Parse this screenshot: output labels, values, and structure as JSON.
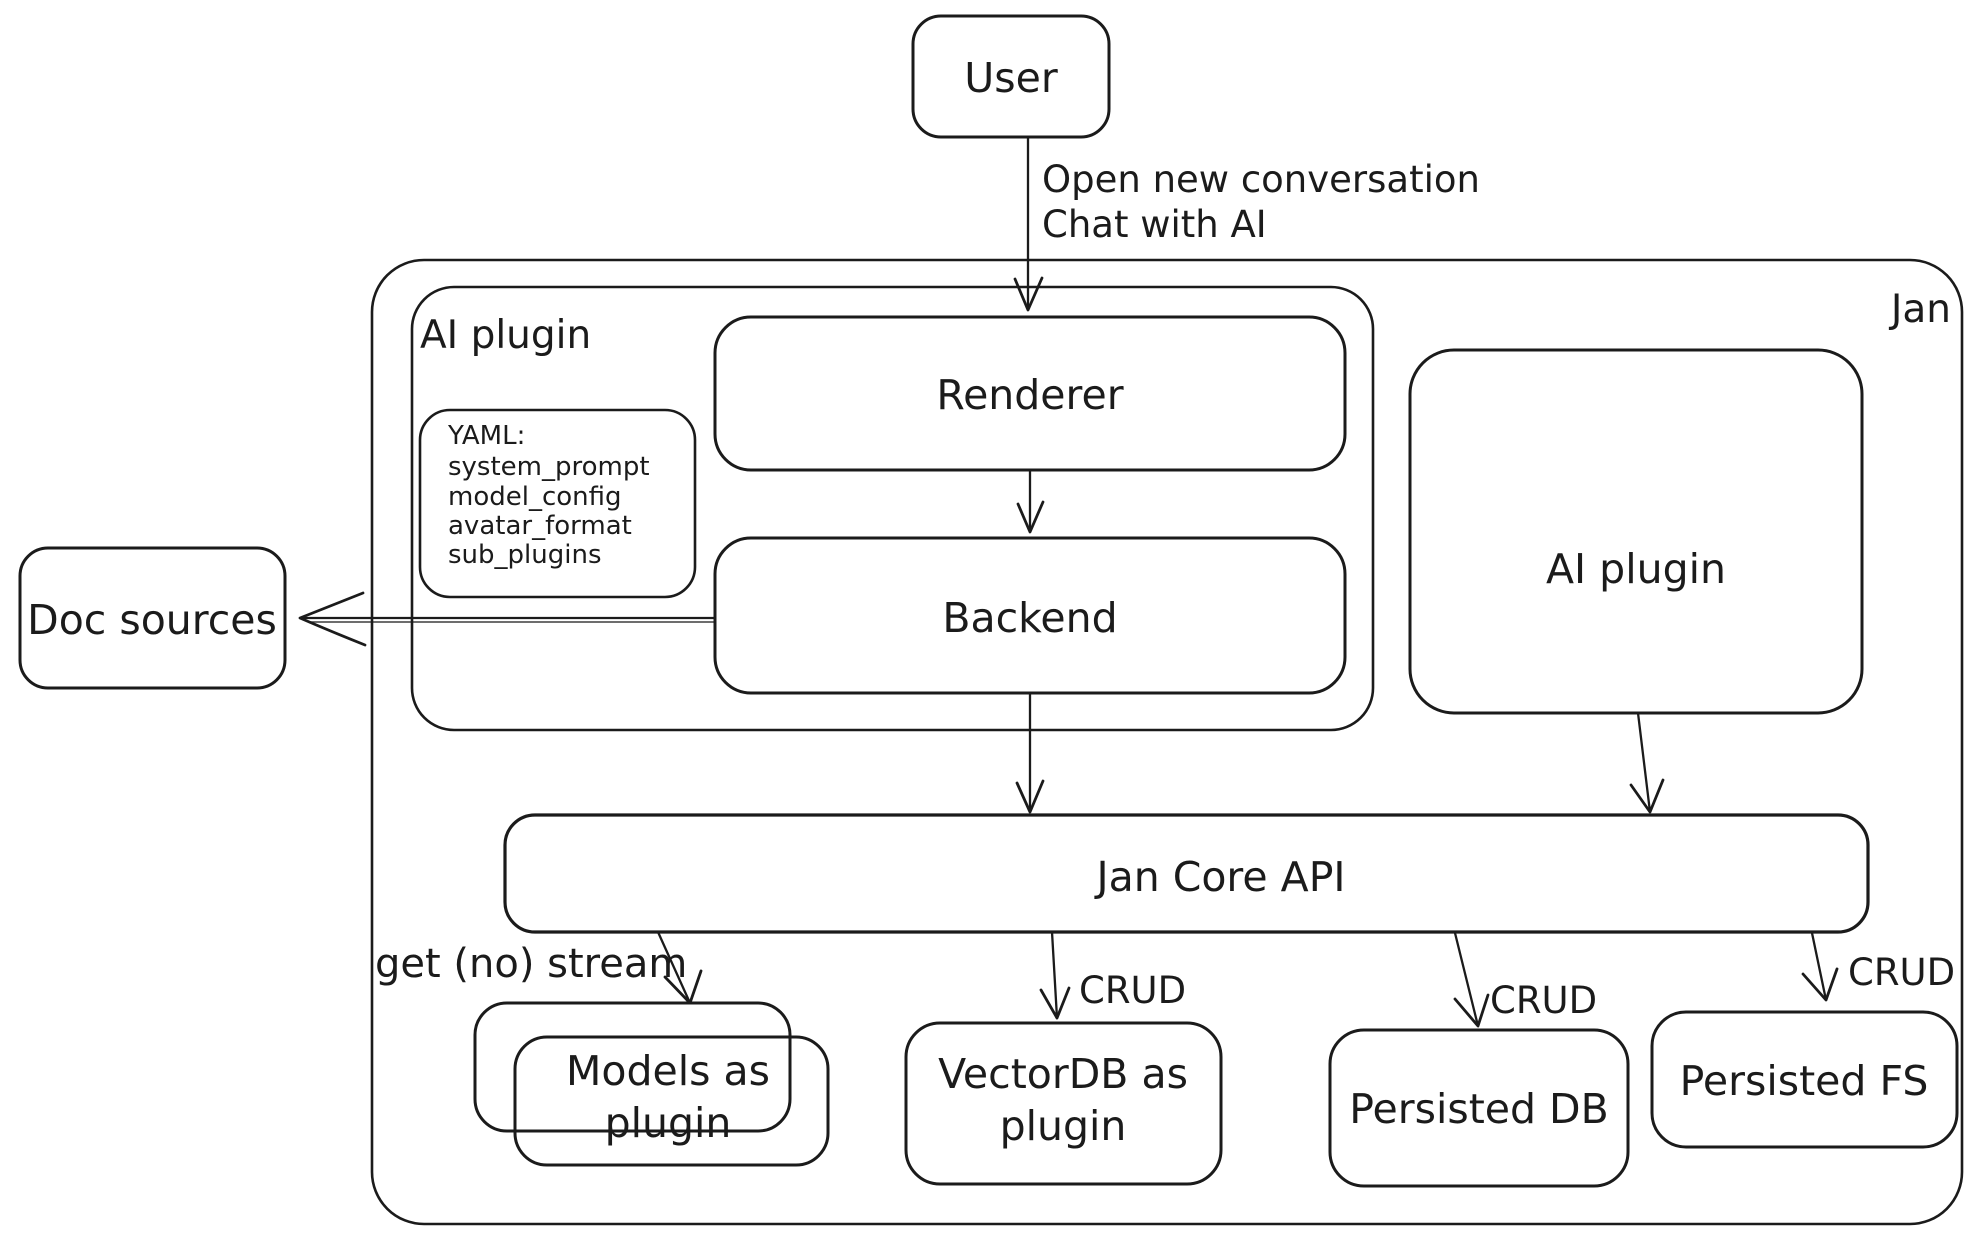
{
  "diagram": {
    "title": "Jan architecture sketch",
    "background": "#ffffff",
    "stroke_color": "#1b1b1b",
    "nodes": {
      "user": {
        "label": "User"
      },
      "jan_container": {
        "label": "Jan"
      },
      "ai_plugin_container": {
        "label": "AI plugin"
      },
      "renderer": {
        "label": "Renderer"
      },
      "backend": {
        "label": "Backend"
      },
      "yaml_note": {
        "line1": "YAML:",
        "line2": "system_prompt",
        "line3": "model_config",
        "line4": "avatar_format",
        "line5": "sub_plugins"
      },
      "doc_sources": {
        "label": "Doc sources"
      },
      "ai_plugin_right": {
        "label": "AI plugin"
      },
      "jan_core_api": {
        "label": "Jan Core API"
      },
      "models_plugin": {
        "line1": "Models as",
        "line2": "plugin"
      },
      "vector_db": {
        "line1": "VectorDB as",
        "line2": "plugin"
      },
      "persisted_db": {
        "label": "Persisted DB"
      },
      "persisted_fs": {
        "label": "Persisted FS"
      }
    },
    "edges": {
      "user_to_renderer": {
        "label_line1": "Open new conversation",
        "label_line2": "Chat with AI"
      },
      "jan_core_to_models": {
        "label": "get (no) stream"
      },
      "jan_core_to_vector_db": {
        "label": "CRUD"
      },
      "jan_core_to_persisted_db": {
        "label": "CRUD"
      },
      "jan_core_to_persisted_fs": {
        "label": "CRUD"
      }
    }
  }
}
